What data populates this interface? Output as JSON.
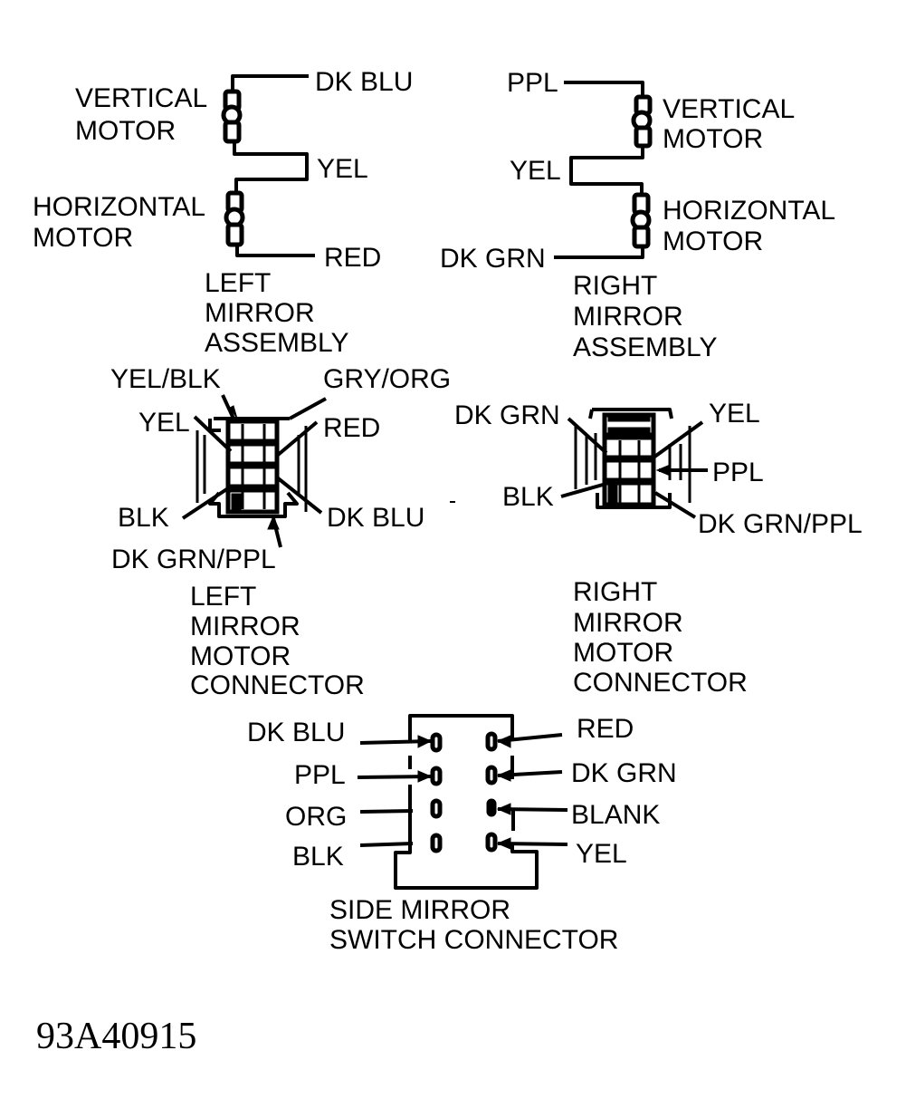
{
  "figure_id": "93A40915",
  "left_mirror_assembly": {
    "title_lines": [
      "LEFT",
      "MIRROR",
      "ASSEMBLY"
    ],
    "vertical_motor_lines": [
      "VERTICAL",
      "MOTOR"
    ],
    "horizontal_motor_lines": [
      "HORIZONTAL",
      "MOTOR"
    ],
    "wires": [
      "DK BLU",
      "YEL",
      "RED"
    ]
  },
  "right_mirror_assembly": {
    "title_lines": [
      "RIGHT",
      "MIRROR",
      "ASSEMBLY"
    ],
    "vertical_motor_lines": [
      "VERTICAL",
      "MOTOR"
    ],
    "horizontal_motor_lines": [
      "HORIZONTAL",
      "MOTOR"
    ],
    "wires": [
      "PPL",
      "YEL",
      "DK GRN"
    ]
  },
  "left_motor_connector": {
    "title_lines": [
      "LEFT",
      "MIRROR",
      "MOTOR",
      "CONNECTOR"
    ],
    "pins": [
      "YEL/BLK",
      "GRY/ORG",
      "YEL",
      "RED",
      "BLK",
      "DK BLU",
      "DK GRN/PPL"
    ]
  },
  "right_motor_connector": {
    "title_lines": [
      "RIGHT",
      "MIRROR",
      "MOTOR",
      "CONNECTOR"
    ],
    "pins": [
      "DK GRN",
      "YEL",
      "PPL",
      "BLK",
      "DK GRN/PPL"
    ]
  },
  "switch_connector": {
    "title_lines": [
      "SIDE MIRROR",
      "SWITCH CONNECTOR"
    ],
    "left_pins": [
      "DK BLU",
      "PPL",
      "ORG",
      "BLK"
    ],
    "right_pins": [
      "RED",
      "DK GRN",
      "BLANK",
      "YEL"
    ]
  }
}
